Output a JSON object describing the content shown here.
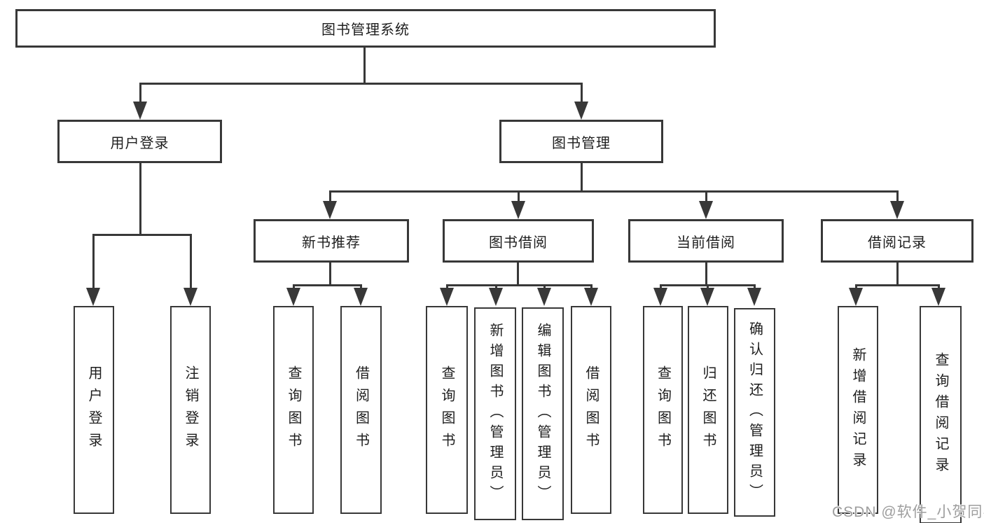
{
  "nodes": {
    "root": "图书管理系统",
    "user_login": "用户登录",
    "book_management": "图书管理",
    "new_book_recommend": "新书推荐",
    "book_borrow": "图书借阅",
    "current_borrow": "当前借阅",
    "borrow_records": "借阅记录",
    "leaves": [
      "用户登录",
      "注销登录",
      "查询图书",
      "借阅图书",
      "查询图书",
      "新增图书（管理员）",
      "编辑图书（管理员）",
      "借阅图书",
      "查询图书",
      "归还图书",
      "确认归还（管理员）",
      "新增借阅记录",
      "查询借阅记录"
    ]
  },
  "hierarchy": {
    "图书管理系统": {
      "用户登录": [
        "用户登录",
        "注销登录"
      ],
      "图书管理": {
        "新书推荐": [
          "查询图书",
          "借阅图书"
        ],
        "图书借阅": [
          "查询图书",
          "新增图书（管理员）",
          "编辑图书（管理员）",
          "借阅图书"
        ],
        "当前借阅": [
          "查询图书",
          "归还图书",
          "确认归还（管理员）"
        ],
        "借阅记录": [
          "新增借阅记录",
          "查询借阅记录"
        ]
      }
    }
  },
  "watermark": {
    "text": "CSDN @软件_小贺同学"
  },
  "colors": {
    "line": "#383838",
    "text": "#1e1e1e",
    "watermark": "#9e9e9e",
    "background": "#ffffff"
  }
}
